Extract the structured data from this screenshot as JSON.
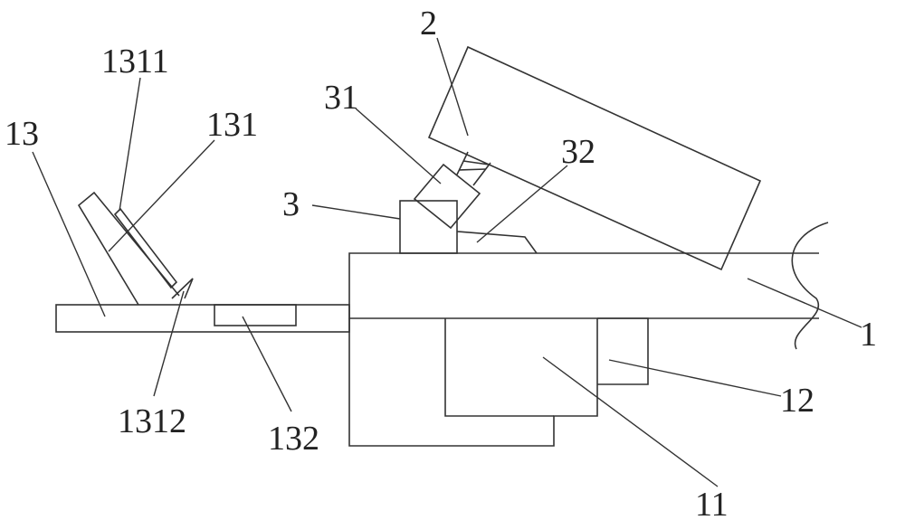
{
  "labels": {
    "l1": "1",
    "l2": "2",
    "l3": "3",
    "l11": "11",
    "l12": "12",
    "l13": "13",
    "l31": "31",
    "l32": "32",
    "l131": "131",
    "l132": "132",
    "l1311": "1311",
    "l1312": "1312"
  },
  "colors": {
    "stroke": "#333333",
    "text": "#222222",
    "background": "#ffffff"
  }
}
